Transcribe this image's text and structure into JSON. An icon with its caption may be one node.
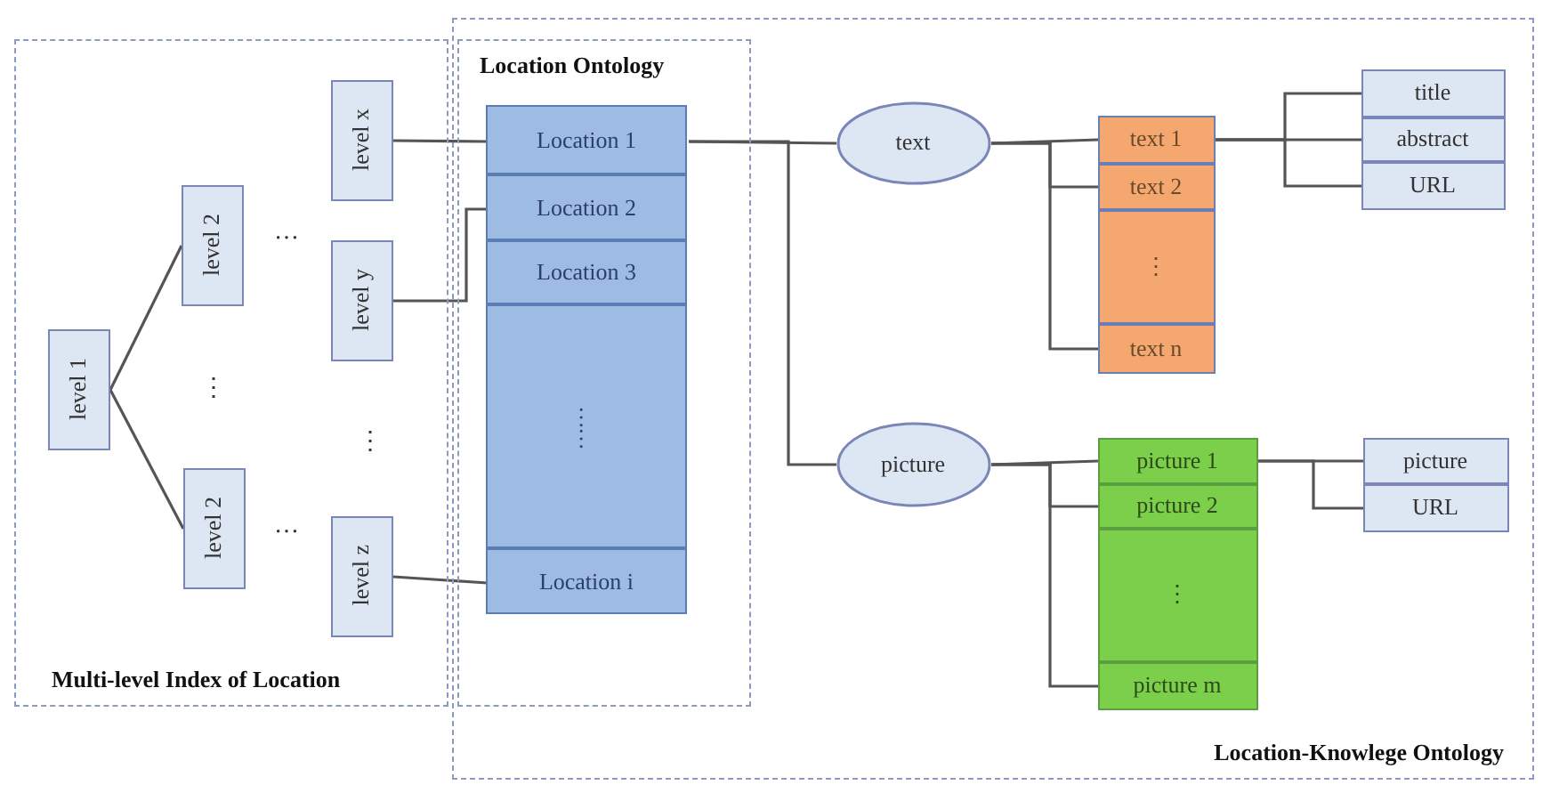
{
  "diagram": {
    "nodes": [
      {
        "text": [
          "Multi-level Index of Location"
        ]
      },
      {
        "text": [
          "level 1"
        ],
        "in": 0
      },
      {
        "text": [
          "level 2"
        ],
        "in": 0
      },
      {
        "text": [
          "level 2"
        ],
        "in": 0
      },
      {
        "text": [
          "level x"
        ],
        "in": 0
      },
      {
        "text": [
          "level y"
        ],
        "in": 0
      },
      {
        "text": [
          "level z"
        ],
        "in": 0
      },
      {
        "text": [
          "Location-Knowlege Ontology"
        ]
      },
      {
        "text": [
          "Location Ontology"
        ],
        "in": 7
      },
      {
        "text": [
          "Location 1"
        ],
        "in": 8
      },
      {
        "text": [
          "Location 2"
        ],
        "in": 8
      },
      {
        "text": [
          "Location 3"
        ],
        "in": 8
      },
      {
        "text": [
          "……"
        ],
        "in": 8
      },
      {
        "text": [
          "Location i"
        ],
        "in": 8
      },
      {
        "text": [
          "text"
        ],
        "in": 7
      },
      {
        "text": [
          "picture"
        ],
        "in": 7
      },
      {
        "text": [
          "text 1"
        ],
        "in": 7
      },
      {
        "text": [
          "text 2"
        ],
        "in": 7
      },
      {
        "text": [
          "⋮"
        ],
        "in": 7
      },
      {
        "text": [
          "text n"
        ],
        "in": 7
      },
      {
        "text": [
          "title"
        ],
        "in": 7
      },
      {
        "text": [
          "abstract"
        ],
        "in": 7
      },
      {
        "text": [
          "URL"
        ],
        "in": 7
      },
      {
        "text": [
          "picture 1"
        ],
        "in": 7
      },
      {
        "text": [
          "picture 2"
        ],
        "in": 7
      },
      {
        "text": [
          "⋮"
        ],
        "in": 7
      },
      {
        "text": [
          "picture m"
        ],
        "in": 7
      },
      {
        "text": [
          "picture"
        ],
        "in": 7
      },
      {
        "text": [
          "URL"
        ],
        "in": 7
      }
    ],
    "edges": [
      {
        "from": 1,
        "to": 2,
        "arrow": "none"
      },
      {
        "from": 1,
        "to": 3,
        "arrow": "none"
      },
      {
        "from": 4,
        "to": 9,
        "arrow": "none"
      },
      {
        "from": 5,
        "to": 10,
        "arrow": "none"
      },
      {
        "from": 6,
        "to": 13,
        "arrow": "none"
      },
      {
        "from": 9,
        "to": 14,
        "arrow": "none"
      },
      {
        "from": 9,
        "to": 15,
        "arrow": "none"
      },
      {
        "from": 14,
        "to": 16,
        "arrow": "none"
      },
      {
        "from": 14,
        "to": 17,
        "arrow": "none"
      },
      {
        "from": 14,
        "to": 19,
        "arrow": "none"
      },
      {
        "from": 16,
        "to": 20,
        "arrow": "none"
      },
      {
        "from": 16,
        "to": 21,
        "arrow": "none"
      },
      {
        "from": 16,
        "to": 22,
        "arrow": "none"
      },
      {
        "from": 15,
        "to": 23,
        "arrow": "none"
      },
      {
        "from": 15,
        "to": 24,
        "arrow": "none"
      },
      {
        "from": 15,
        "to": 26,
        "arrow": "none"
      },
      {
        "from": 23,
        "to": 27,
        "arrow": "none"
      },
      {
        "from": 23,
        "to": 28,
        "arrow": "none"
      }
    ],
    "labels": [
      "…",
      "⋮",
      "⋮",
      "…"
    ]
  }
}
